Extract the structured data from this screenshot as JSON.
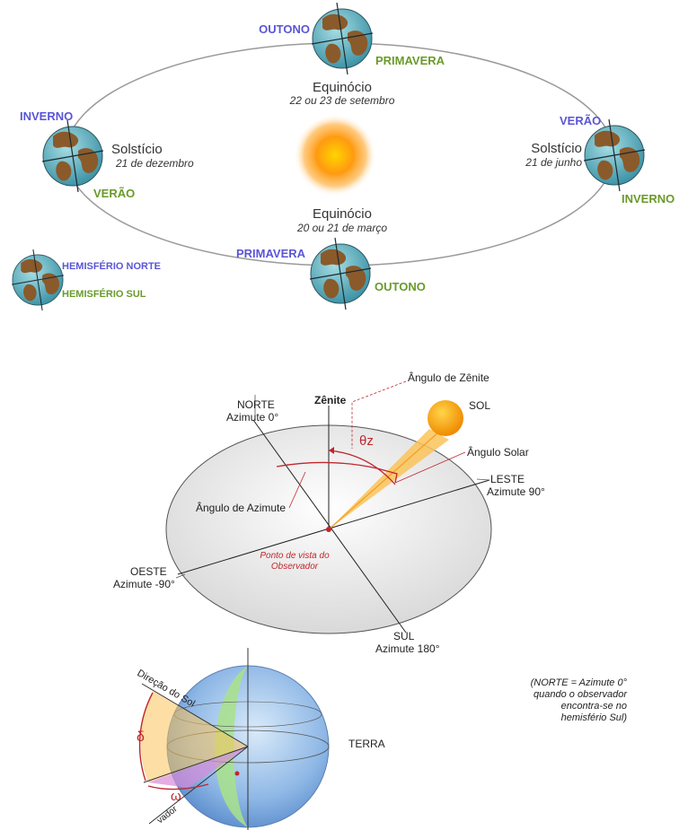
{
  "orbit": {
    "top": {
      "north_season": "OUTONO",
      "south_season": "PRIMAVERA",
      "event": "Equinócio",
      "date": "22 ou 23 de setembro"
    },
    "left": {
      "north_season": "INVERNO",
      "south_season": "VERÃO",
      "event": "Solstício",
      "date": "21 de dezembro"
    },
    "right": {
      "north_season": "VERÃO",
      "south_season": "INVERNO",
      "event": "Solstício",
      "date": "21 de junho"
    },
    "bottom": {
      "north_season": "PRIMAVERA",
      "south_season": "OUTONO",
      "event": "Equinócio",
      "date": "20 ou 21 de março"
    },
    "legend": {
      "north": "HEMISFÉRIO NORTE",
      "south": "HEMISFÉRIO SUL"
    }
  },
  "sky": {
    "zenith_angle": "Ângulo de Zênite",
    "zenith": "Zênite",
    "sun": "SOL",
    "north": "NORTE",
    "north_az": "Azimute 0°",
    "theta": "θz",
    "solar_angle": "Ângulo Solar",
    "east": "LESTE",
    "east_az": "Azimute 90°",
    "azimuth_angle": "Ângulo de Azimute",
    "west": "OESTE",
    "west_az": "Azimute -90°",
    "observer_1": "Ponto de vista do",
    "observer_2": "Observador",
    "south": "SUL",
    "south_az": "Azimute 180°",
    "note": [
      "(NORTE = Azimute 0°",
      "quando o observador",
      "encontra-se no",
      "hemisfério Sul)"
    ]
  },
  "earth": {
    "sun_direction": "Direção do Sol",
    "delta": "δ",
    "omega": "ω",
    "terra": "TERRA",
    "observer_cut": "vador"
  },
  "colors": {
    "north_blue": "#5a55d6",
    "south_green": "#6a9a2a",
    "accent_red": "#c0262d",
    "sun_orange": "#f7931e"
  }
}
